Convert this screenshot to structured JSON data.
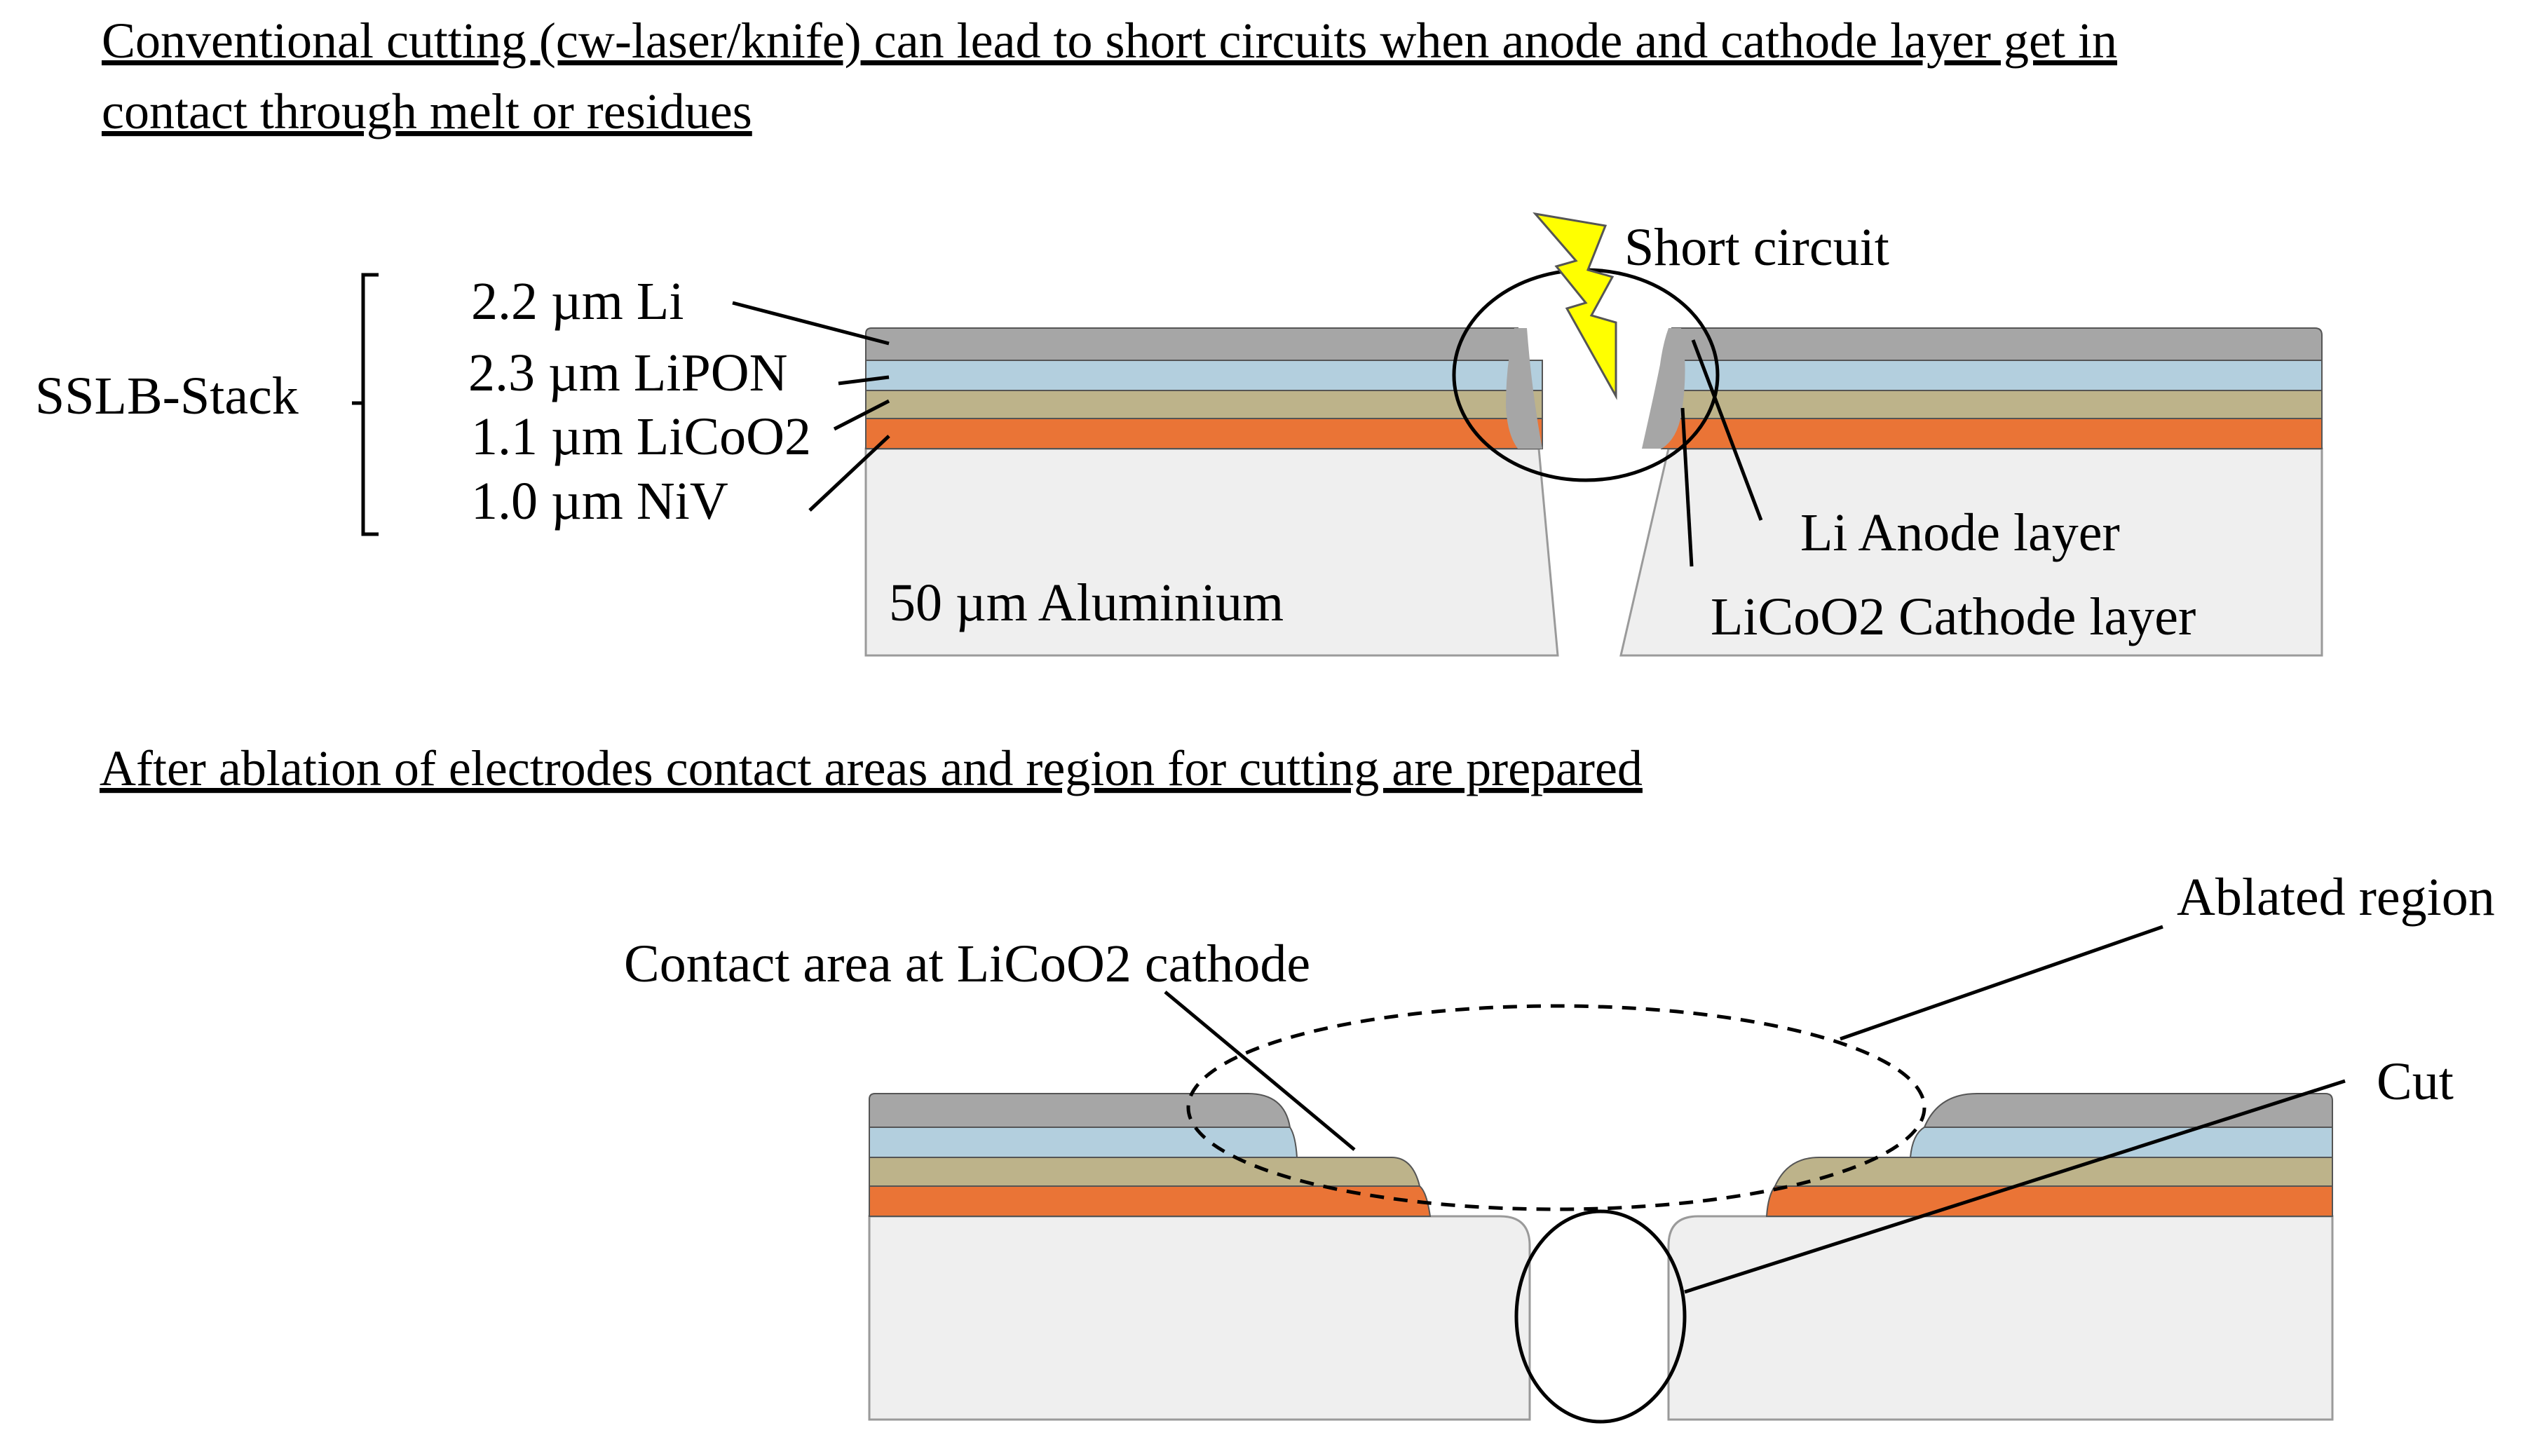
{
  "top_panel": {
    "heading_line1": "Conventional cutting (cw-laser/knife) can lead to short circuits when anode and cathode layer get in",
    "heading_line2": "contact through melt or residues",
    "stack_label": "SSLB-Stack",
    "layers": [
      {
        "label": "2.2 µm Li",
        "color": "#a6a6a6"
      },
      {
        "label": "2.3 µm LiPON",
        "color": "#b3cfde"
      },
      {
        "label": "1.1 µm LiCoO2",
        "color": "#bdb38a"
      },
      {
        "label": "1.0 µm NiV",
        "color": "#ea7436"
      }
    ],
    "substrate_label": "50 µm Aluminium",
    "substrate_color": "#efefef",
    "short_circuit_label": "Short circuit",
    "anode_label": "Li Anode layer",
    "cathode_label": "LiCoO2 Cathode layer",
    "lightning_color": "#ffff00"
  },
  "bottom_panel": {
    "heading": "After ablation of electrodes contact areas and region for cutting are prepared",
    "ablated_label": "Ablated region",
    "contact_label": "Contact area at LiCoO2 cathode",
    "cut_label": "Cut"
  }
}
